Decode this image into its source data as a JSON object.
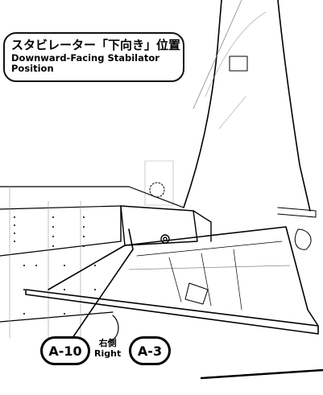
{
  "callout": {
    "title_jp": "スタビレーター「下向き」位置",
    "title_en_line1": "Downward-Facing Stabilator",
    "title_en_line2": "Position"
  },
  "parts": {
    "left_badge": "A-10",
    "right_badge": "A-3",
    "side_jp": "右側",
    "side_en": "Right"
  }
}
